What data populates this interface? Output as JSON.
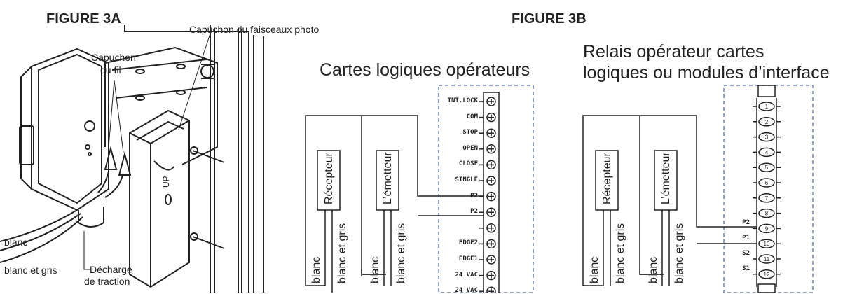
{
  "fig3a": {
    "title": "FIGURE 3A",
    "label_photo_cap": "Capuchon du faisceaux photo",
    "label_wire_cap_1": "Capuchon",
    "label_wire_cap_2": "du fil",
    "label_white": "blanc",
    "label_white_grey": "blanc et gris",
    "label_strain_1": "Décharge",
    "label_strain_2": "de traction",
    "up_mark": "UP"
  },
  "fig3b": {
    "title": "FIGURE 3B",
    "left": {
      "heading": "Cartes logiques opérateurs",
      "receiver": "Récepteur",
      "emitter": "L’émetteur",
      "wire_white": "blanc",
      "wire_white_grey": "blanc et gris",
      "terminals": [
        "INT.LOCK",
        "COM",
        "STOP",
        "OPEN",
        "CLOSE",
        "SINGLE",
        "P2",
        "P2",
        "",
        "EDGE2",
        "EDGE1",
        "24 VAC",
        "24 VAC"
      ]
    },
    "right": {
      "heading_1": "Relais opérateur cartes",
      "heading_2": "logiques ou modules d’interface",
      "receiver": "Récepteur",
      "emitter": "L’émetteur",
      "wire_white": "blanc",
      "wire_white_grey": "blanc et gris",
      "terminal_numbers": [
        "1",
        "2",
        "3",
        "4",
        "5",
        "6",
        "7",
        "8",
        "9",
        "10",
        "11",
        "12"
      ],
      "side_labels": [
        "P2",
        "P1",
        "S2",
        "S1"
      ]
    }
  },
  "colors": {
    "line": "#222222",
    "dashed": "#6f86b8"
  }
}
